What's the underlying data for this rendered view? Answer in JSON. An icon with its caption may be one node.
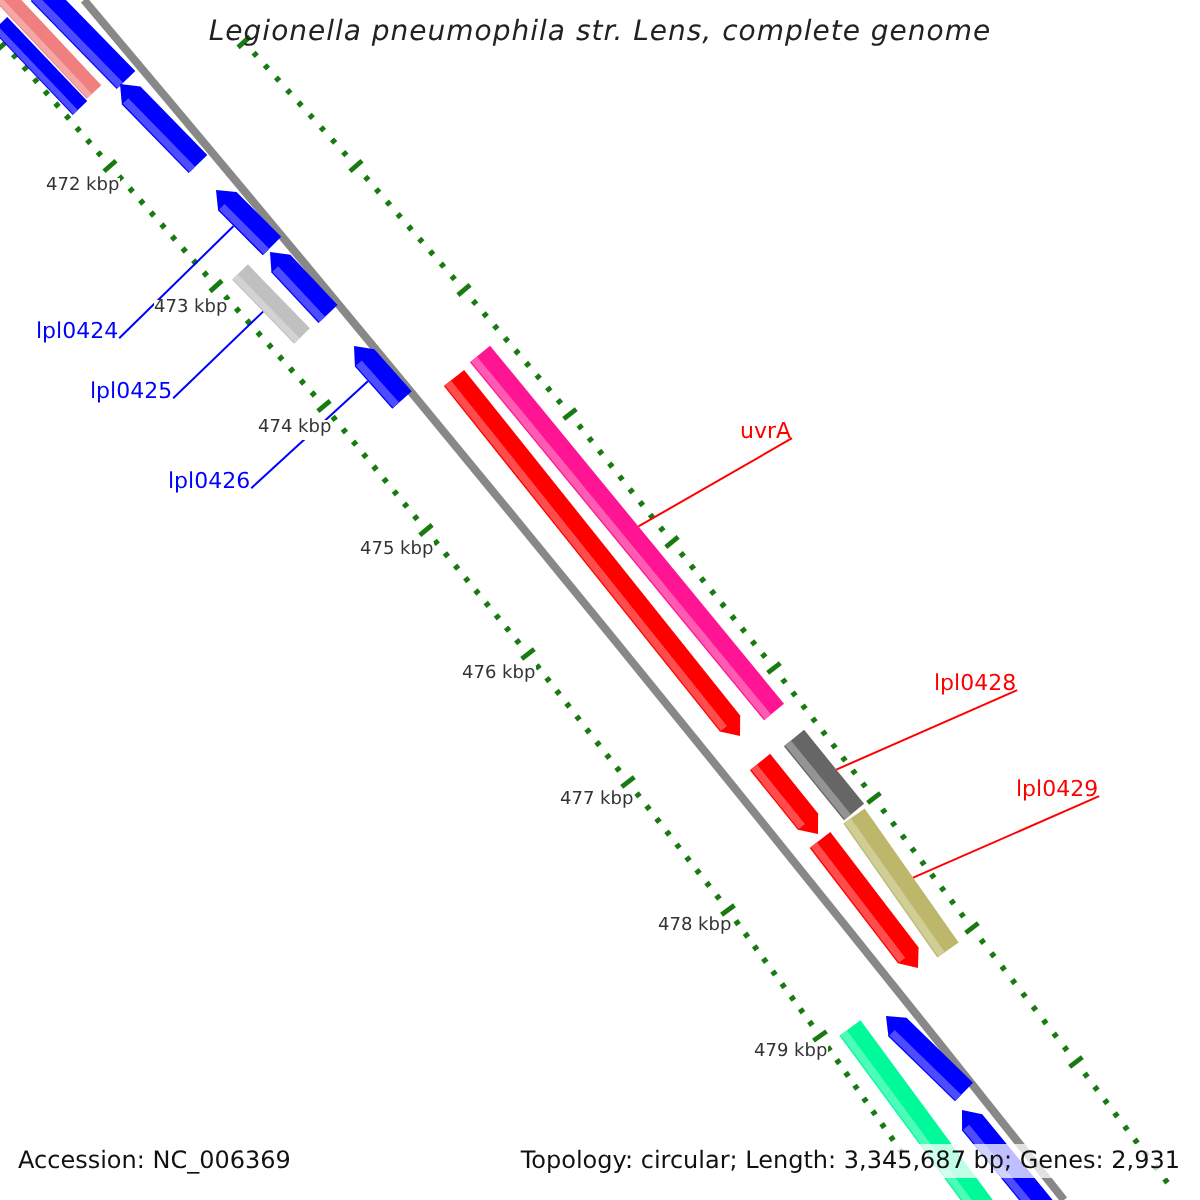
{
  "diagram": {
    "title": "Legionella pneumophila str. Lens, complete genome",
    "nodes": [
      {
        "text": [
          "lpl0424"
        ]
      },
      {
        "text": [
          "lpl0425"
        ]
      },
      {
        "text": [
          "uvrA"
        ]
      },
      {
        "text": [
          "lpl0426"
        ]
      },
      {
        "text": [
          "lpl0428"
        ]
      },
      {
        "text": [
          "lpl0429"
        ]
      },
      {
        "text": [],
        "shape": "bar"
      },
      {
        "text": [],
        "shape": "bar"
      },
      {
        "text": [],
        "shape": "bar"
      },
      {
        "text": [],
        "shape": "bar"
      },
      {
        "text": [],
        "shape": "bar"
      },
      {
        "text": [],
        "shape": "bar"
      }
    ],
    "edges": [
      {
        "from": 0,
        "to": 6,
        "arrow": "none"
      },
      {
        "from": 1,
        "to": 7,
        "arrow": "none"
      },
      {
        "from": 2,
        "to": 9,
        "arrow": "none",
        "color": "#ff0000"
      },
      {
        "from": 3,
        "to": 8,
        "arrow": "none"
      },
      {
        "from": 4,
        "to": 10,
        "arrow": "none",
        "color": "#ff0000"
      },
      {
        "from": 5,
        "to": 11,
        "arrow": "none",
        "color": "#ff0000"
      }
    ],
    "labels": [
      "472 kbp",
      "473 kbp",
      "474 kbp",
      "475 kbp",
      "476 kbp",
      "477 kbp",
      "478 kbp",
      "479 kbp",
      "Accession: NC_006369",
      "Topology: circular; Length: 3,345,687 bp; Genes: 2,931"
    ]
  }
}
